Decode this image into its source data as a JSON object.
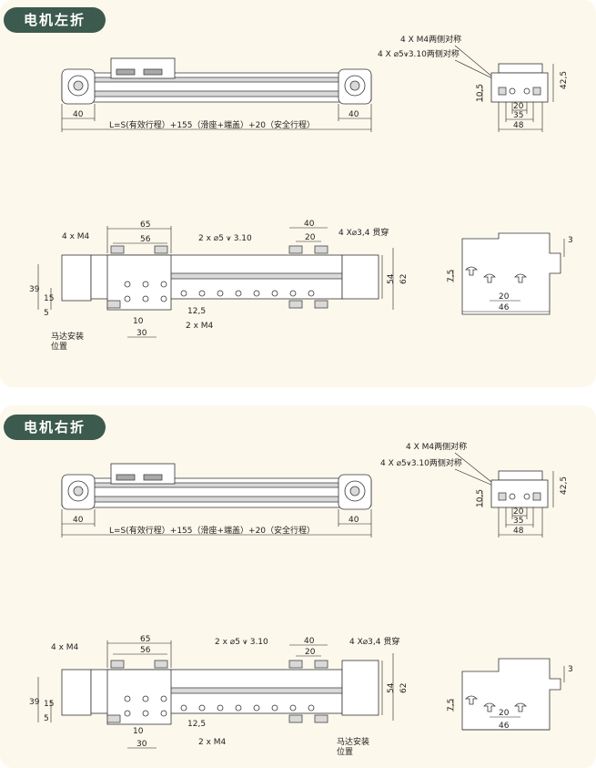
{
  "sections": [
    {
      "title": "电机左折",
      "top_view": {
        "dim_left": "40",
        "dim_right": "40",
        "total_length": "L=S(有效行程）+155（滑座+端盖）+20（安全行程）"
      },
      "side_view": {
        "label_m4_both": "4 X M4两侧对称",
        "label_hole_both": "4 X ⌀5⩛3.10两侧对称",
        "dim_height": "42,5",
        "dim_10_5": "10,5",
        "dim_20": "20",
        "dim_35": "35",
        "dim_48": "48"
      },
      "front_view": {
        "label_4xm4": "4 x  M4",
        "dim_65": "65",
        "dim_56": "56",
        "label_2x5": "2 x ⌀5 ⩛ 3.10",
        "dim_40": "40",
        "dim_20": "20",
        "label_through": "4 X⌀3,4 贯穿",
        "dim_39": "39",
        "dim_15": "15",
        "dim_5": "5",
        "dim_10": "10",
        "dim_30": "30",
        "label_2xm4": "2 x  M4",
        "dim_12_5": "12,5",
        "dim_54": "54",
        "dim_62": "62",
        "motor_label": "马达安装\n位置"
      },
      "profile_view": {
        "dim_3": "3",
        "dim_7_5": "7,5",
        "dim_20": "20",
        "dim_46": "46"
      }
    },
    {
      "title": "电机右折",
      "top_view": {
        "dim_left": "40",
        "dim_right": "40",
        "total_length": "L=S(有效行程）+155（滑座+端盖）+20（安全行程）"
      },
      "side_view": {
        "label_m4_both": "4 X M4两侧对称",
        "label_hole_both": "4 X ⌀5⩛3.10两侧对称",
        "dim_height": "42,5",
        "dim_10_5": "10,5",
        "dim_20": "20",
        "dim_35": "35",
        "dim_48": "48"
      },
      "front_view": {
        "label_4xm4": "4 x  M4",
        "dim_65": "65",
        "dim_56": "56",
        "label_2x5": "2 x ⌀5 ⩛ 3.10",
        "dim_40": "40",
        "dim_20": "20",
        "label_through": "4 X⌀3,4 贯穿",
        "dim_39": "39",
        "dim_15": "15",
        "dim_5": "5",
        "dim_10": "10",
        "dim_30": "30",
        "label_2xm4": "2 x  M4",
        "dim_12_5": "12,5",
        "dim_54": "54",
        "dim_62": "62",
        "motor_label": "马达安装\n位置"
      },
      "profile_view": {
        "dim_3": "3",
        "dim_7_5": "7,5",
        "dim_20": "20",
        "dim_46": "46"
      }
    }
  ]
}
